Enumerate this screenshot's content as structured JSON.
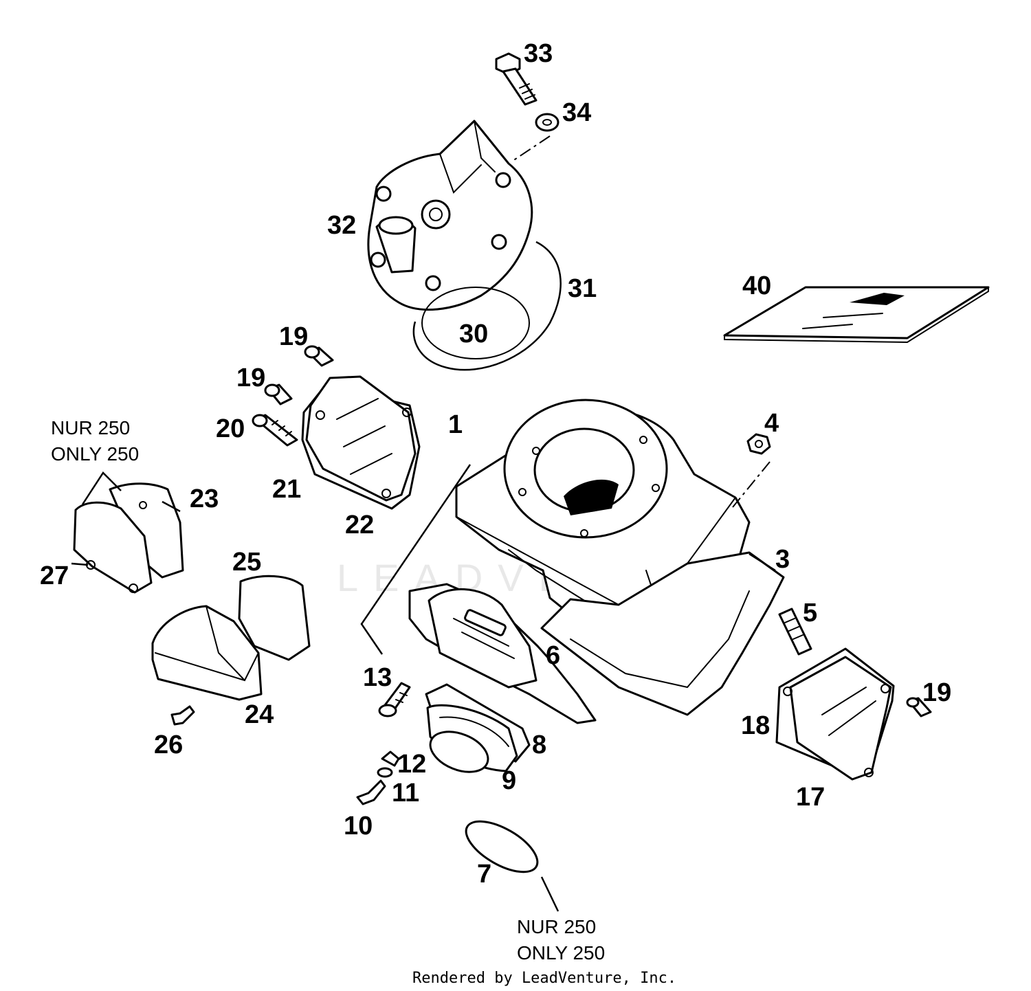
{
  "watermark": "LEADVENTURE",
  "credit": "Rendered by LeadVenture, Inc.",
  "notes": [
    {
      "line1": "NUR 250",
      "line2": "ONLY 250"
    },
    {
      "line1": "NUR 250",
      "line2": "ONLY 250"
    }
  ],
  "callouts": {
    "c1": "1",
    "c3": "3",
    "c4": "4",
    "c5": "5",
    "c6": "6",
    "c7": "7",
    "c8": "8",
    "c9": "9",
    "c10": "10",
    "c11": "11",
    "c12": "12",
    "c13": "13",
    "c17": "17",
    "c18": "18",
    "c19a": "19",
    "c19b": "19",
    "c19c": "19",
    "c20": "20",
    "c21": "21",
    "c22": "22",
    "c23": "23",
    "c24": "24",
    "c25": "25",
    "c26": "26",
    "c27": "27",
    "c30": "30",
    "c31": "31",
    "c32": "32",
    "c33": "33",
    "c34": "34",
    "c40": "40"
  }
}
